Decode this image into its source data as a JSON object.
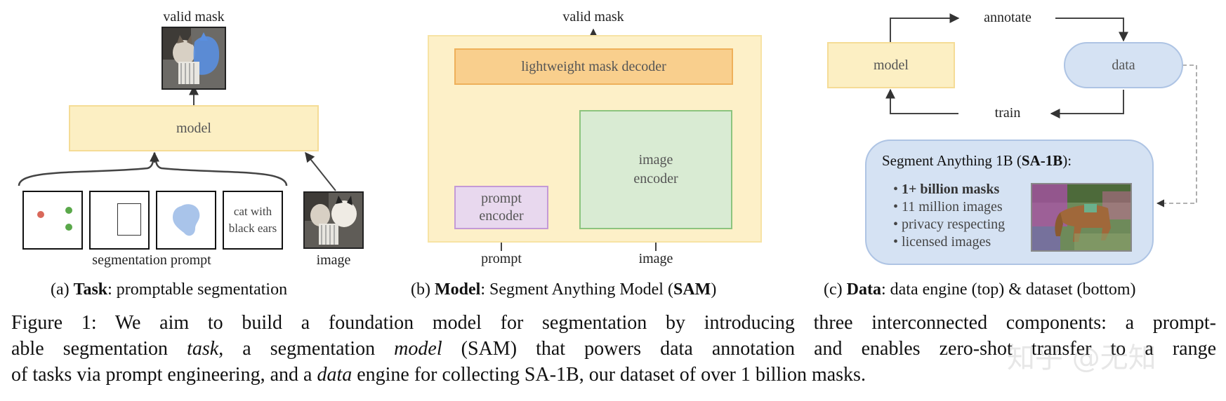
{
  "panel_a": {
    "valid_mask_label": "valid mask",
    "model_label": "model",
    "prompt_text_box": "cat with black ears",
    "segmentation_prompt_label": "segmentation prompt",
    "image_label": "image",
    "caption_prefix": "(a) ",
    "caption_bold": "Task",
    "caption_rest": ": promptable segmentation",
    "colors": {
      "point_red": "#d9685a",
      "point_green": "#5aa84a",
      "mask_blue": "#a9c4ea"
    }
  },
  "panel_b": {
    "valid_mask_label": "valid mask",
    "decoder_label": "lightweight mask decoder",
    "image_encoder_label": "image encoder",
    "prompt_encoder_label": "prompt encoder",
    "prompt_input_label": "prompt",
    "image_input_label": "image",
    "caption_prefix": "(b) ",
    "caption_bold": "Model",
    "caption_mid": ": Segment Anything Model (",
    "caption_bold2": "SAM",
    "caption_end": ")",
    "colors": {
      "outer": "#fdf0c8",
      "decoder": "#f9cf8d",
      "image_encoder": "#d9ebd3",
      "prompt_encoder": "#e8d8ee"
    }
  },
  "panel_c": {
    "annotate_label": "annotate",
    "model_label": "model",
    "data_label": "data",
    "train_label": "train",
    "dataset_title_pre": "Segment Anything 1B (",
    "dataset_title_bold": "SA-1B",
    "dataset_title_post": "):",
    "bullets": [
      {
        "text": "1+ billion masks",
        "bold": true
      },
      {
        "text": "11 million images",
        "bold": false
      },
      {
        "text": "privacy respecting",
        "bold": false
      },
      {
        "text": "licensed images",
        "bold": false
      }
    ],
    "caption_prefix": "(c) ",
    "caption_bold": "Data",
    "caption_rest": ": data engine (top) & dataset (bottom)",
    "colors": {
      "data_pill": "#d5e2f3",
      "dataset_box": "#d5e2f3"
    }
  },
  "figure_caption": {
    "line1": "Figure 1: We aim to build a foundation model for segmentation by introducing three interconnected components: a prompt-",
    "line2_a": "able segmentation ",
    "line2_task": "task",
    "line2_b": ", a segmentation ",
    "line2_model": "model",
    "line2_c": " (SAM) that powers data annotation and enables zero-shot transfer to a range",
    "line3_a": "of tasks via prompt engineering, and a ",
    "line3_data": "data",
    "line3_b": " engine for collecting SA-1B, our dataset of over 1 billion masks."
  },
  "watermark": "知乎 @无知"
}
